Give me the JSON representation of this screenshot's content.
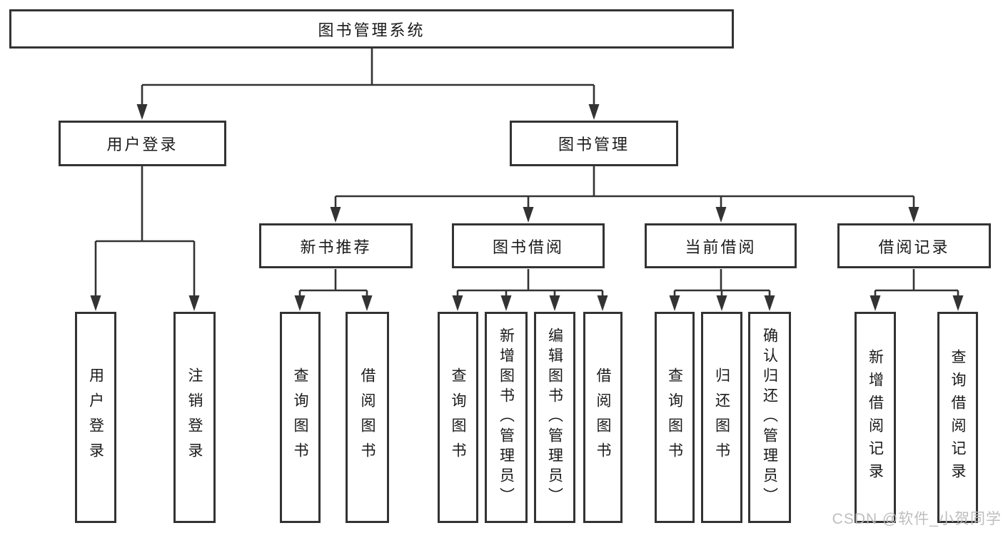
{
  "tree": {
    "root": {
      "label": "图书管理系统",
      "children": [
        {
          "label": "用户登录",
          "children": [
            {
              "label": "用户登录"
            },
            {
              "label": "注销登录"
            }
          ]
        },
        {
          "label": "图书管理",
          "children": [
            {
              "label": "新书推荐",
              "children": [
                {
                  "label": "查询图书"
                },
                {
                  "label": "借阅图书"
                }
              ]
            },
            {
              "label": "图书借阅",
              "children": [
                {
                  "label": "查询图书"
                },
                {
                  "label": "新增图书（管理员）"
                },
                {
                  "label": "编辑图书（管理员）"
                },
                {
                  "label": "借阅图书"
                }
              ]
            },
            {
              "label": "当前借阅",
              "children": [
                {
                  "label": "查询图书"
                },
                {
                  "label": "归还图书"
                },
                {
                  "label": "确认归还（管理员）"
                }
              ]
            },
            {
              "label": "借阅记录",
              "children": [
                {
                  "label": "新增借阅记录"
                },
                {
                  "label": "查询借阅记录"
                }
              ]
            }
          ]
        }
      ]
    }
  },
  "watermark": {
    "text": "CSDN @软件_小贺同学"
  },
  "colors": {
    "line": "#333333",
    "text": "#1a1a1a",
    "background": "#ffffff",
    "watermark": "#bbbbbb"
  }
}
